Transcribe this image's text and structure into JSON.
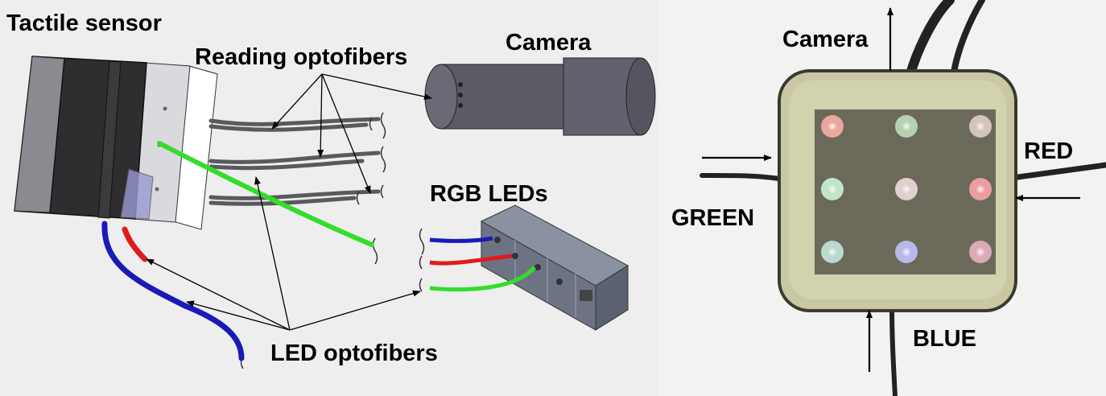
{
  "left_panel": {
    "labels": {
      "tactile_sensor": "Tactile sensor",
      "reading_optofibers": "Reading optofibers",
      "camera": "Camera",
      "rgb_leds": "RGB LEDs",
      "led_optofibers": "LED optofibers"
    },
    "colors": {
      "background": "#eeeeef",
      "sensor_body": "#2e2e30",
      "fiber_green": "#33dd2a",
      "fiber_red": "#e01b1b",
      "fiber_blue": "#1a1ab8",
      "camera_body": "#5b5b66",
      "led_board": "#6c7484"
    }
  },
  "right_panel": {
    "labels": {
      "camera": "Camera",
      "red": "RED",
      "green": "GREEN",
      "blue": "BLUE"
    },
    "colors": {
      "background": "#f2f2f1",
      "gel": "#c9c7a4",
      "dark_window": "#6b6a5a"
    },
    "dots": [
      {
        "row": 0,
        "col": 0,
        "color": "#e9a7a0"
      },
      {
        "row": 0,
        "col": 1,
        "color": "#b5d2b0"
      },
      {
        "row": 0,
        "col": 2,
        "color": "#d4c4bd"
      },
      {
        "row": 1,
        "col": 0,
        "color": "#bfe6c8"
      },
      {
        "row": 1,
        "col": 1,
        "color": "#e2cfcf"
      },
      {
        "row": 1,
        "col": 2,
        "color": "#ea9ea0"
      },
      {
        "row": 2,
        "col": 0,
        "color": "#bcd8cf"
      },
      {
        "row": 2,
        "col": 1,
        "color": "#b4b9ea"
      },
      {
        "row": 2,
        "col": 2,
        "color": "#dcaab6"
      }
    ]
  }
}
